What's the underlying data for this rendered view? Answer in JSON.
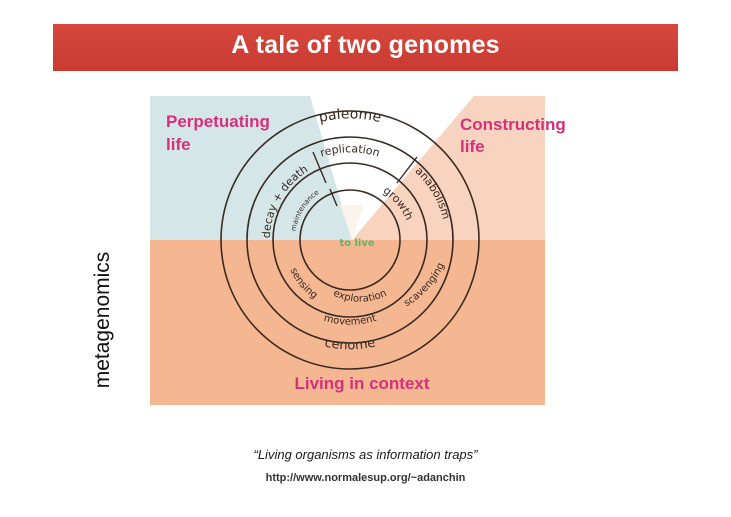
{
  "title": "A tale of two genomes",
  "side_label": "metagenomics",
  "quote": "“Living organisms as information traps”",
  "url": "http://www.normalesup.org/~adanchin",
  "diagram": {
    "perpetuating_line1": "Perpetuating",
    "perpetuating_line2": "life",
    "constructing_line1": "Constructing",
    "constructing_line2": "life",
    "living_in_context": "Living in context",
    "paleome": "paleome",
    "replication": "replication",
    "growth": "growth",
    "decay_death": "decay + death",
    "maintenance": "maintenance",
    "anabolism": "anabolism",
    "to_live": "to live",
    "sensing": "sensing",
    "exploration": "exploration",
    "scavenging": "scavenging",
    "movement": "movement",
    "cenome": "cenome"
  },
  "colors": {
    "title_bar": "#d0443a",
    "blue_region": "#d5e6e8",
    "peach_region": "#f6ccb2",
    "orange_region": "#f4b792",
    "pink_text": "#d6307a",
    "green_text": "#62b36a"
  }
}
